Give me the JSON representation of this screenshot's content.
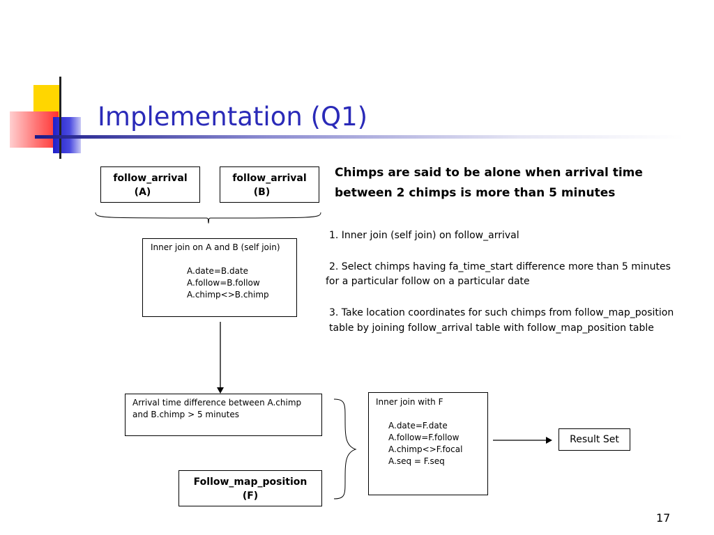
{
  "slide": {
    "title": "Implementation (Q1)",
    "page_number": "17"
  },
  "boxes": {
    "follow_a": {
      "line1": "follow_arrival",
      "line2": "(A)"
    },
    "follow_b": {
      "line1": "follow_arrival",
      "line2": "(B)"
    },
    "inner_join_ab": {
      "heading": "Inner join on A and B (self join)",
      "conditions": [
        "A.date=B.date",
        "A.follow=B.follow",
        "A.chimp<>B.chimp"
      ]
    },
    "arrival_diff": {
      "line1": "Arrival time difference between A.chimp",
      "line2": "and B.chimp > 5 minutes"
    },
    "follow_map": {
      "line1": "Follow_map_position",
      "line2": "(F)"
    },
    "inner_join_f": {
      "heading": "Inner join with F",
      "conditions": [
        "A.date=F.date",
        "A.follow=F.follow",
        "A.chimp<>F.focal",
        "A.seq = F.seq"
      ]
    },
    "result": {
      "label": "Result Set"
    }
  },
  "notes": {
    "headline_line1": "Chimps are said to be alone when arrival time",
    "headline_line2": "between 2 chimps is more than 5 minutes",
    "step1": "1. Inner join (self join) on follow_arrival",
    "step2_line1": "2. Select chimps having fa_time_start difference more than 5 minutes",
    "step2_line2": "for a particular follow on a particular date",
    "step3_line1": "3. Take location coordinates for such chimps from follow_map_position",
    "step3_line2": "table by joining follow_arrival table with follow_map_position table"
  },
  "colors": {
    "title": "#2a2ab8",
    "accent_yellow": "#ffd600",
    "accent_red": "#ff3030",
    "accent_blue": "#2222cc"
  }
}
